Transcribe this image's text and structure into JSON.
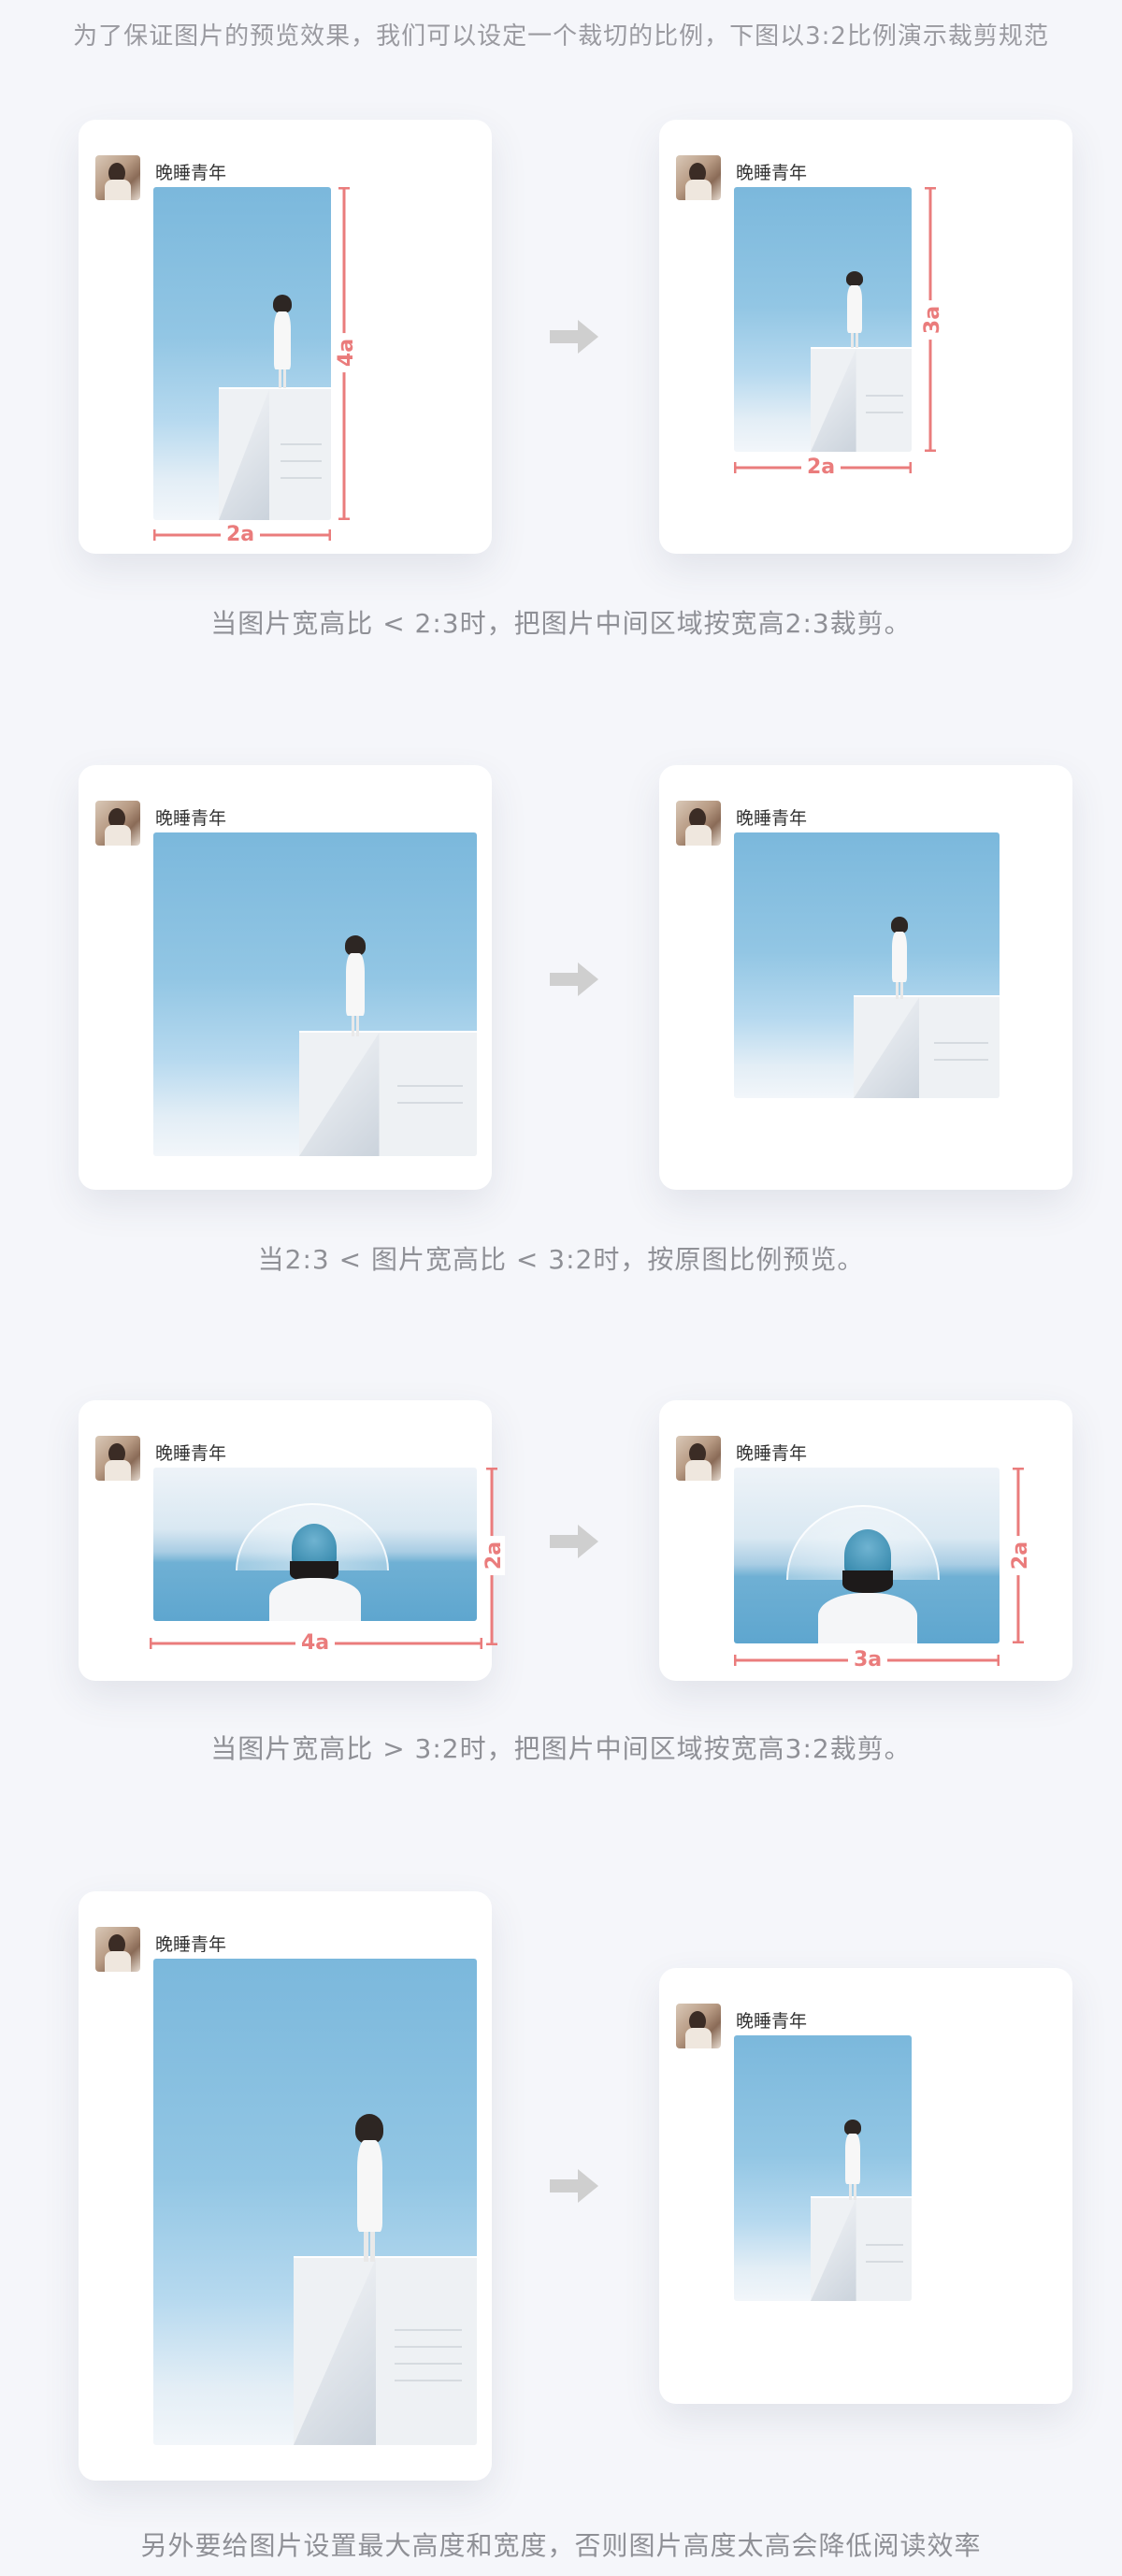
{
  "header": {
    "text": "为了保证图片的预览效果，我们可以设定一个裁切的比例，下图以3:2比例演示裁剪规范"
  },
  "user": {
    "name": "晚睡青年"
  },
  "colors": {
    "accent": "#ea7c7c",
    "arrow": "#cfcfcf",
    "background": "#f5f6fa",
    "card": "#ffffff"
  },
  "sections": [
    {
      "caption": "当图片宽高比 < 2:3时，把图片中间区域按宽高2:3裁剪。",
      "left": {
        "width_dim": "2a",
        "height_dim": "4a"
      },
      "right": {
        "width_dim": "2a",
        "height_dim": "3a"
      }
    },
    {
      "caption": "当2:3 < 图片宽高比 < 3:2时，按原图比例预览。"
    },
    {
      "caption": "当图片宽高比 > 3:2时，把图片中间区域按宽高3:2裁剪。",
      "left": {
        "width_dim": "4a",
        "height_dim": "2a"
      },
      "right": {
        "width_dim": "3a",
        "height_dim": "2a"
      }
    },
    {
      "caption": "另外要给图片设置最大高度和宽度，否则图片高度太高会降低阅读效率"
    }
  ]
}
